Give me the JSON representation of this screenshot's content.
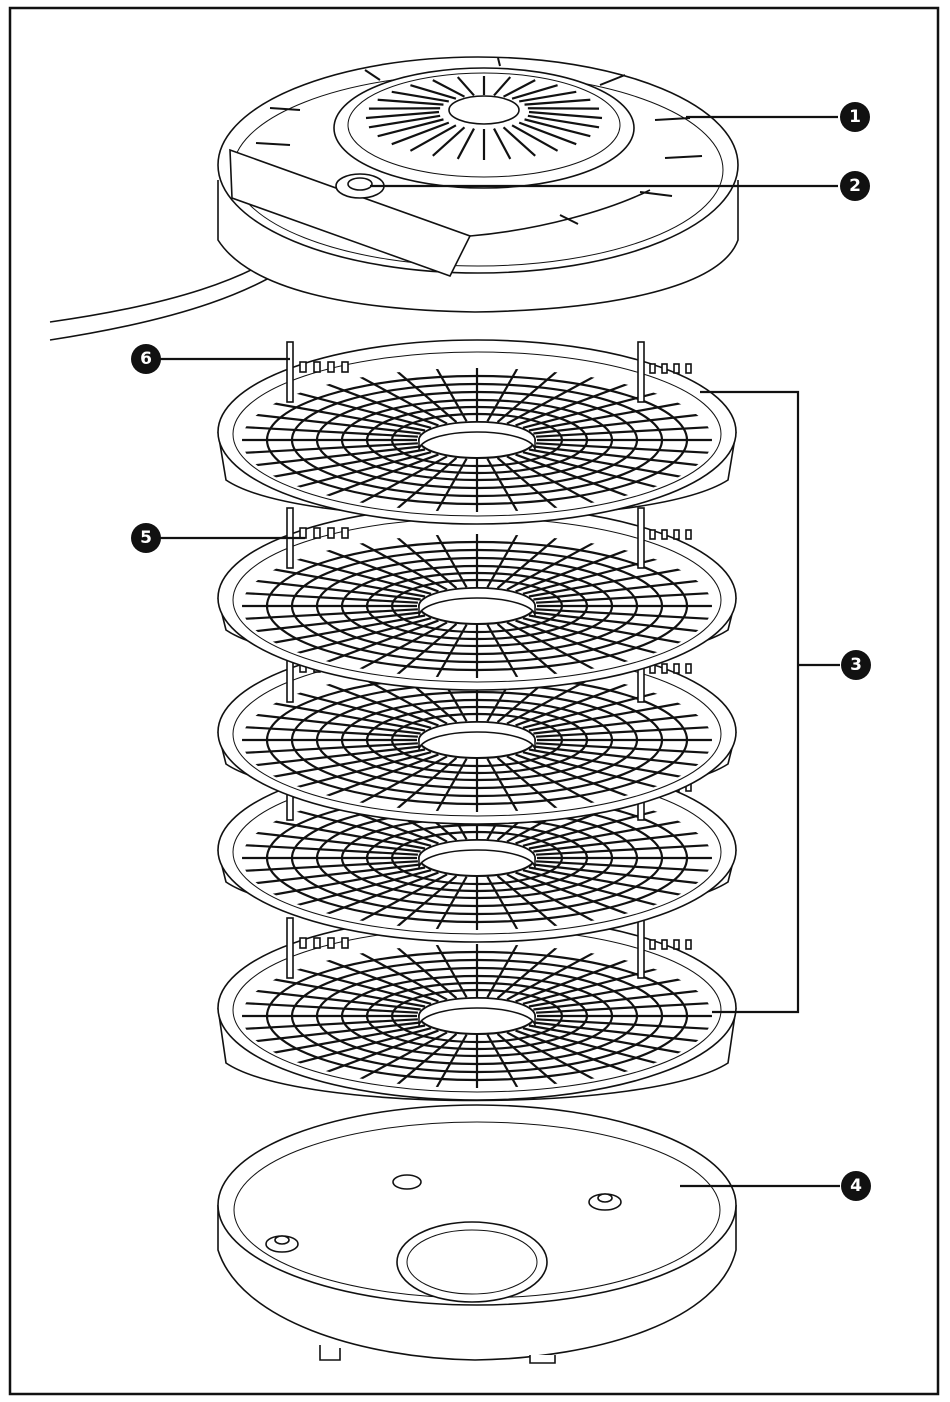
{
  "callouts": [
    {
      "id": "1",
      "label": "1"
    },
    {
      "id": "2",
      "label": "2"
    },
    {
      "id": "3",
      "label": "3"
    },
    {
      "id": "4",
      "label": "4"
    },
    {
      "id": "5",
      "label": "5"
    },
    {
      "id": "6",
      "label": "6"
    }
  ],
  "colors": {
    "ink": "#111111",
    "paper": "#ffffff",
    "trayFill": "#f7f7f7"
  }
}
